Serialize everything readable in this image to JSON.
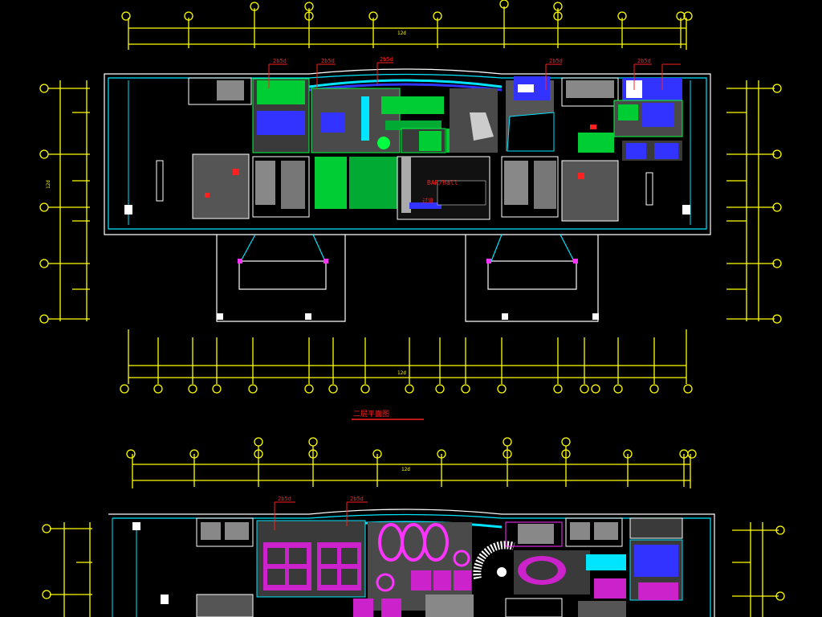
{
  "drawing": {
    "upper_plan_title": "二层平面图",
    "upper_room_label": "BAR/Hall",
    "upper_room_sub": "过道",
    "upper_total_top": "12d",
    "upper_total_bottom": "12d",
    "upper_left_total": "12d",
    "lower_total_top": "12d",
    "callout_text": "2b5d"
  },
  "colors": {
    "dimension": "#ffff00",
    "wall": "#00e5ff",
    "furniture_green": "#00ff40",
    "furniture_blue": "#3333ff",
    "furniture_magenta": "#ff33ff",
    "callout": "#ff2020",
    "walls_white": "#ffffff"
  }
}
